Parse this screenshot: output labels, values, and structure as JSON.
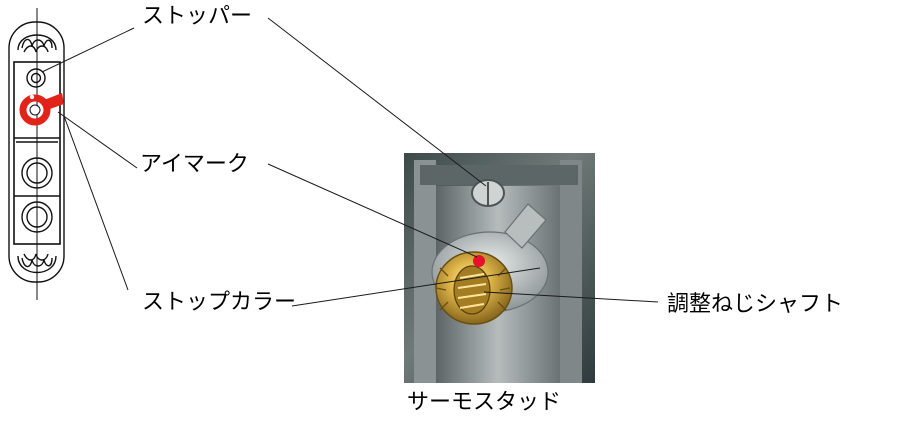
{
  "labels": {
    "stopper": "ストッパー",
    "eye_mark": "アイマーク",
    "stop_collar": "ストップカラー",
    "adjust_shaft": "調整ねじシャフト",
    "caption": "サーモスタッド"
  },
  "colors": {
    "collar_red": "#e2231a",
    "eye_mark_red": "#e8102a",
    "leader_line": "#1a1a1a",
    "brass": "#c9a23a",
    "metal_bracket": "#9ea3a4"
  }
}
